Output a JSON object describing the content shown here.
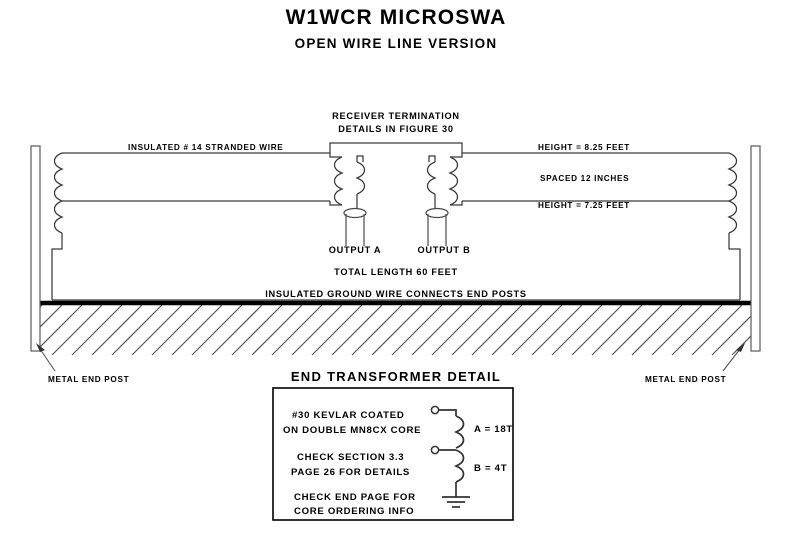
{
  "header": {
    "title": "W1WCR MICROSWA",
    "subtitle": "OPEN WIRE LINE VERSION"
  },
  "labels": {
    "receiver_termination_line1": "RECEIVER TERMINATION",
    "receiver_termination_line2": "DETAILS IN FIGURE 30",
    "insulated_wire": "INSULATED # 14 STRANDED WIRE",
    "height_top": "HEIGHT = 8.25 FEET",
    "spacing": "SPACED 12 INCHES",
    "height_bottom": "HEIGHT = 7.25 FEET",
    "output_a": "OUTPUT A",
    "output_b": "OUTPUT B",
    "total_length": "TOTAL LENGTH 60 FEET",
    "ground_wire": "INSULATED GROUND WIRE CONNECTS END POSTS",
    "end_post_left": "METAL END POST",
    "end_post_right": "METAL END POST"
  },
  "detail_box": {
    "title": "END TRANSFORMER DETAIL",
    "text_lines": [
      "#30 KEVLAR COATED",
      "ON DOUBLE MN8CX CORE",
      "CHECK SECTION 3.3",
      "PAGE 26 FOR DETAILS",
      "CHECK END PAGE FOR",
      "CORE ORDERING INFO"
    ],
    "winding_a": "A = 18T",
    "winding_b": "B = 4T"
  },
  "colors": {
    "background": "#ffffff",
    "ink": "#000000",
    "wire": "#3a3a3a",
    "hatch": "#555555"
  }
}
